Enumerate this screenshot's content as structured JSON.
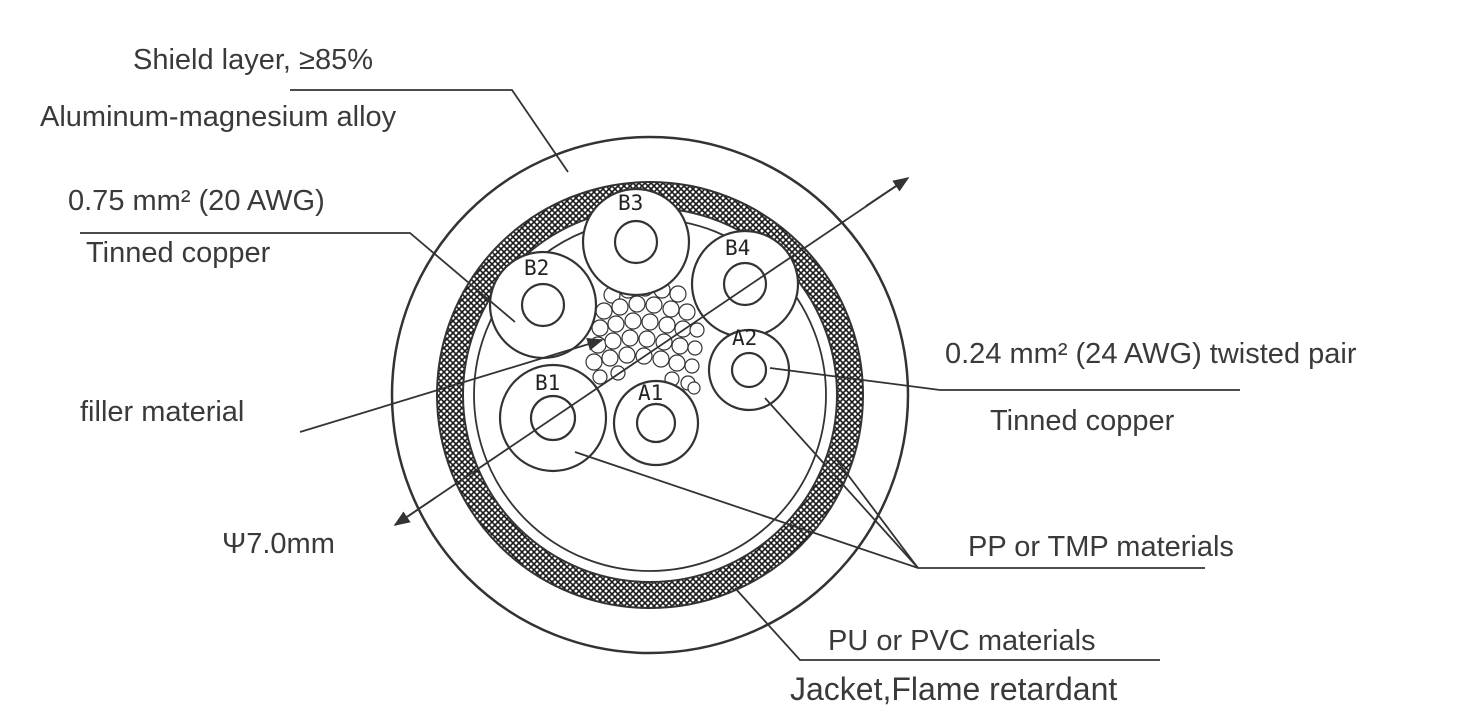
{
  "labels": {
    "shield_line1": "Shield layer,  ≥85%",
    "shield_line2": "Aluminum-magnesium alloy",
    "conductor_line1": "0.75 mm² (20 AWG)",
    "conductor_line2": "Tinned copper",
    "filler": "filler material",
    "diameter": "Ψ7.0mm",
    "pair_line1": "0.24 mm² (24 AWG) twisted pair",
    "pair_line2": "Tinned copper",
    "insulation": "PP or TMP materials",
    "jacket_line1": "PU or PVC materials",
    "jacket_line2": "Jacket,Flame retardant"
  },
  "cores": {
    "b3": "B3",
    "b4": "B4",
    "b2": "B2",
    "a2": "A2",
    "b1": "B1",
    "a1": "A1"
  }
}
